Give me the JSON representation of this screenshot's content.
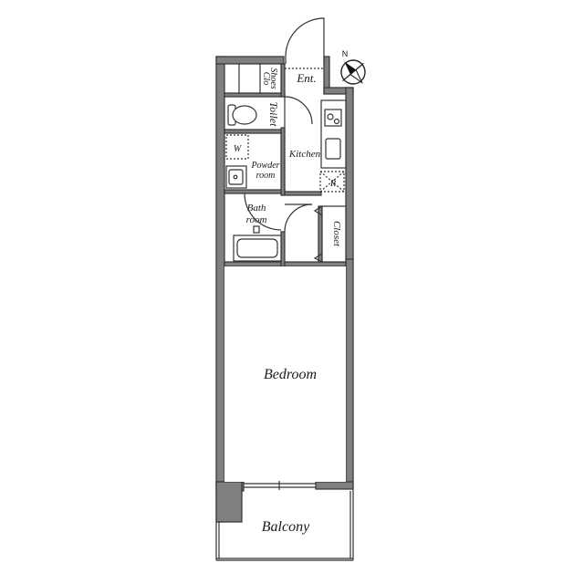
{
  "rooms": {
    "shoes_clo_line1": "Shoes",
    "shoes_clo_line2": "Clo",
    "entrance": "Ent.",
    "toilet": "Toilet",
    "kitchen": "Kitchen",
    "washer": "W",
    "powder_room_line1": "Powder",
    "powder_room_line2": "room",
    "refrigerator": "R",
    "bath_room_line1": "Bath",
    "bath_room_line2": "room",
    "closet": "Closet",
    "bedroom": "Bedroom",
    "balcony": "Balcony"
  },
  "compass": {
    "north_label": "N"
  }
}
